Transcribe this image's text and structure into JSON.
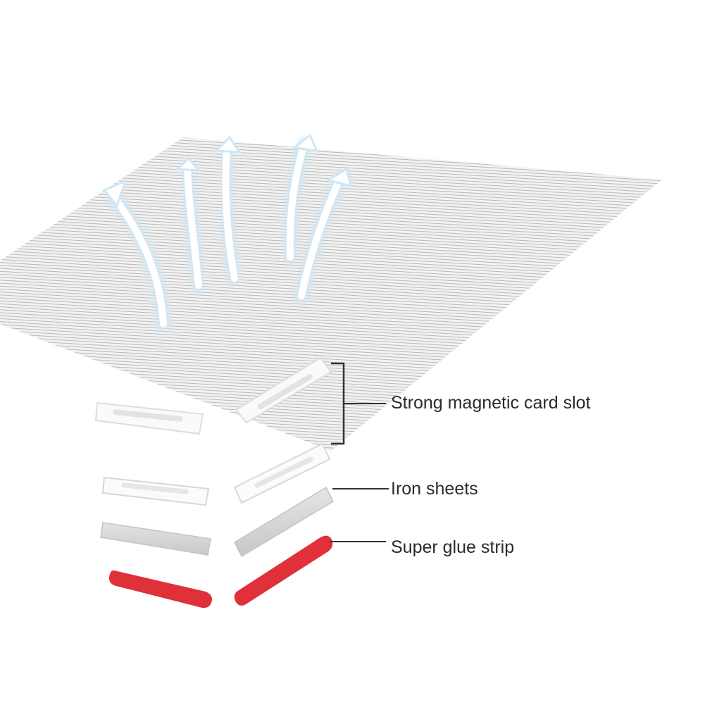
{
  "labels": {
    "magnetic_slot": "Strong magnetic card slot",
    "iron_sheets": "Iron sheets",
    "glue_strip": "Super glue strip"
  },
  "colors": {
    "glue_red": "#e0303a",
    "iron_gray": "#d2d2d2",
    "mesh_line": "#b9b9b9",
    "leader_line": "#333333",
    "arrow_glow": "#cfe6f5"
  },
  "icons": [
    "airflow-arrow-icon"
  ]
}
